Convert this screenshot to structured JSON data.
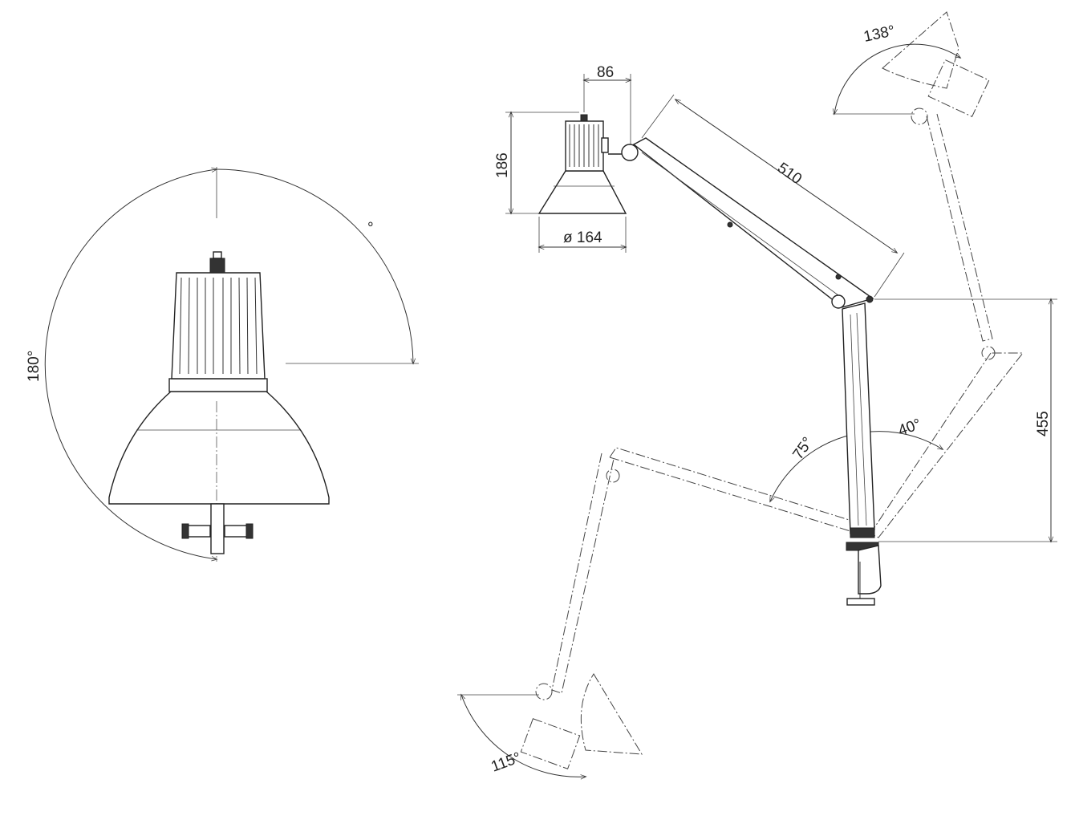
{
  "dimensions": {
    "front_rotation": "180°",
    "front_rotation_unit": "°",
    "shade_offset": "86",
    "shade_height": "186",
    "shade_diameter": "ø 164",
    "upper_arm_length": "510",
    "lower_arm_height": "455",
    "head_tilt_top": "138°",
    "head_tilt_bottom": "115°",
    "arm_swing_left": "75°",
    "arm_swing_right": "40°"
  },
  "colors": {
    "line": "#222222",
    "background": "#ffffff"
  }
}
